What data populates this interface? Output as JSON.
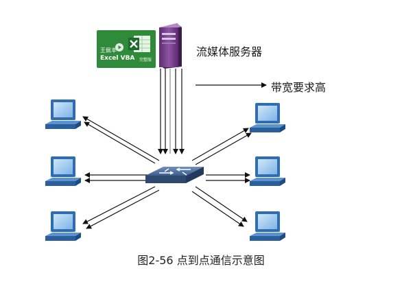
{
  "diagram": {
    "server_label": "流媒体服务器",
    "bandwidth_label": "带宽要求高",
    "caption": "图2-56 点到点通信示意图"
  },
  "logo": {
    "name": "王佩丰",
    "title": "Excel VBA",
    "subtitle": "完整版"
  },
  "colors": {
    "server": "#7a3e8e",
    "switch": "#3c5c8c",
    "monitor": "#2f6db0",
    "logo_green": "#2f8a3a",
    "arrow": "#111111"
  }
}
